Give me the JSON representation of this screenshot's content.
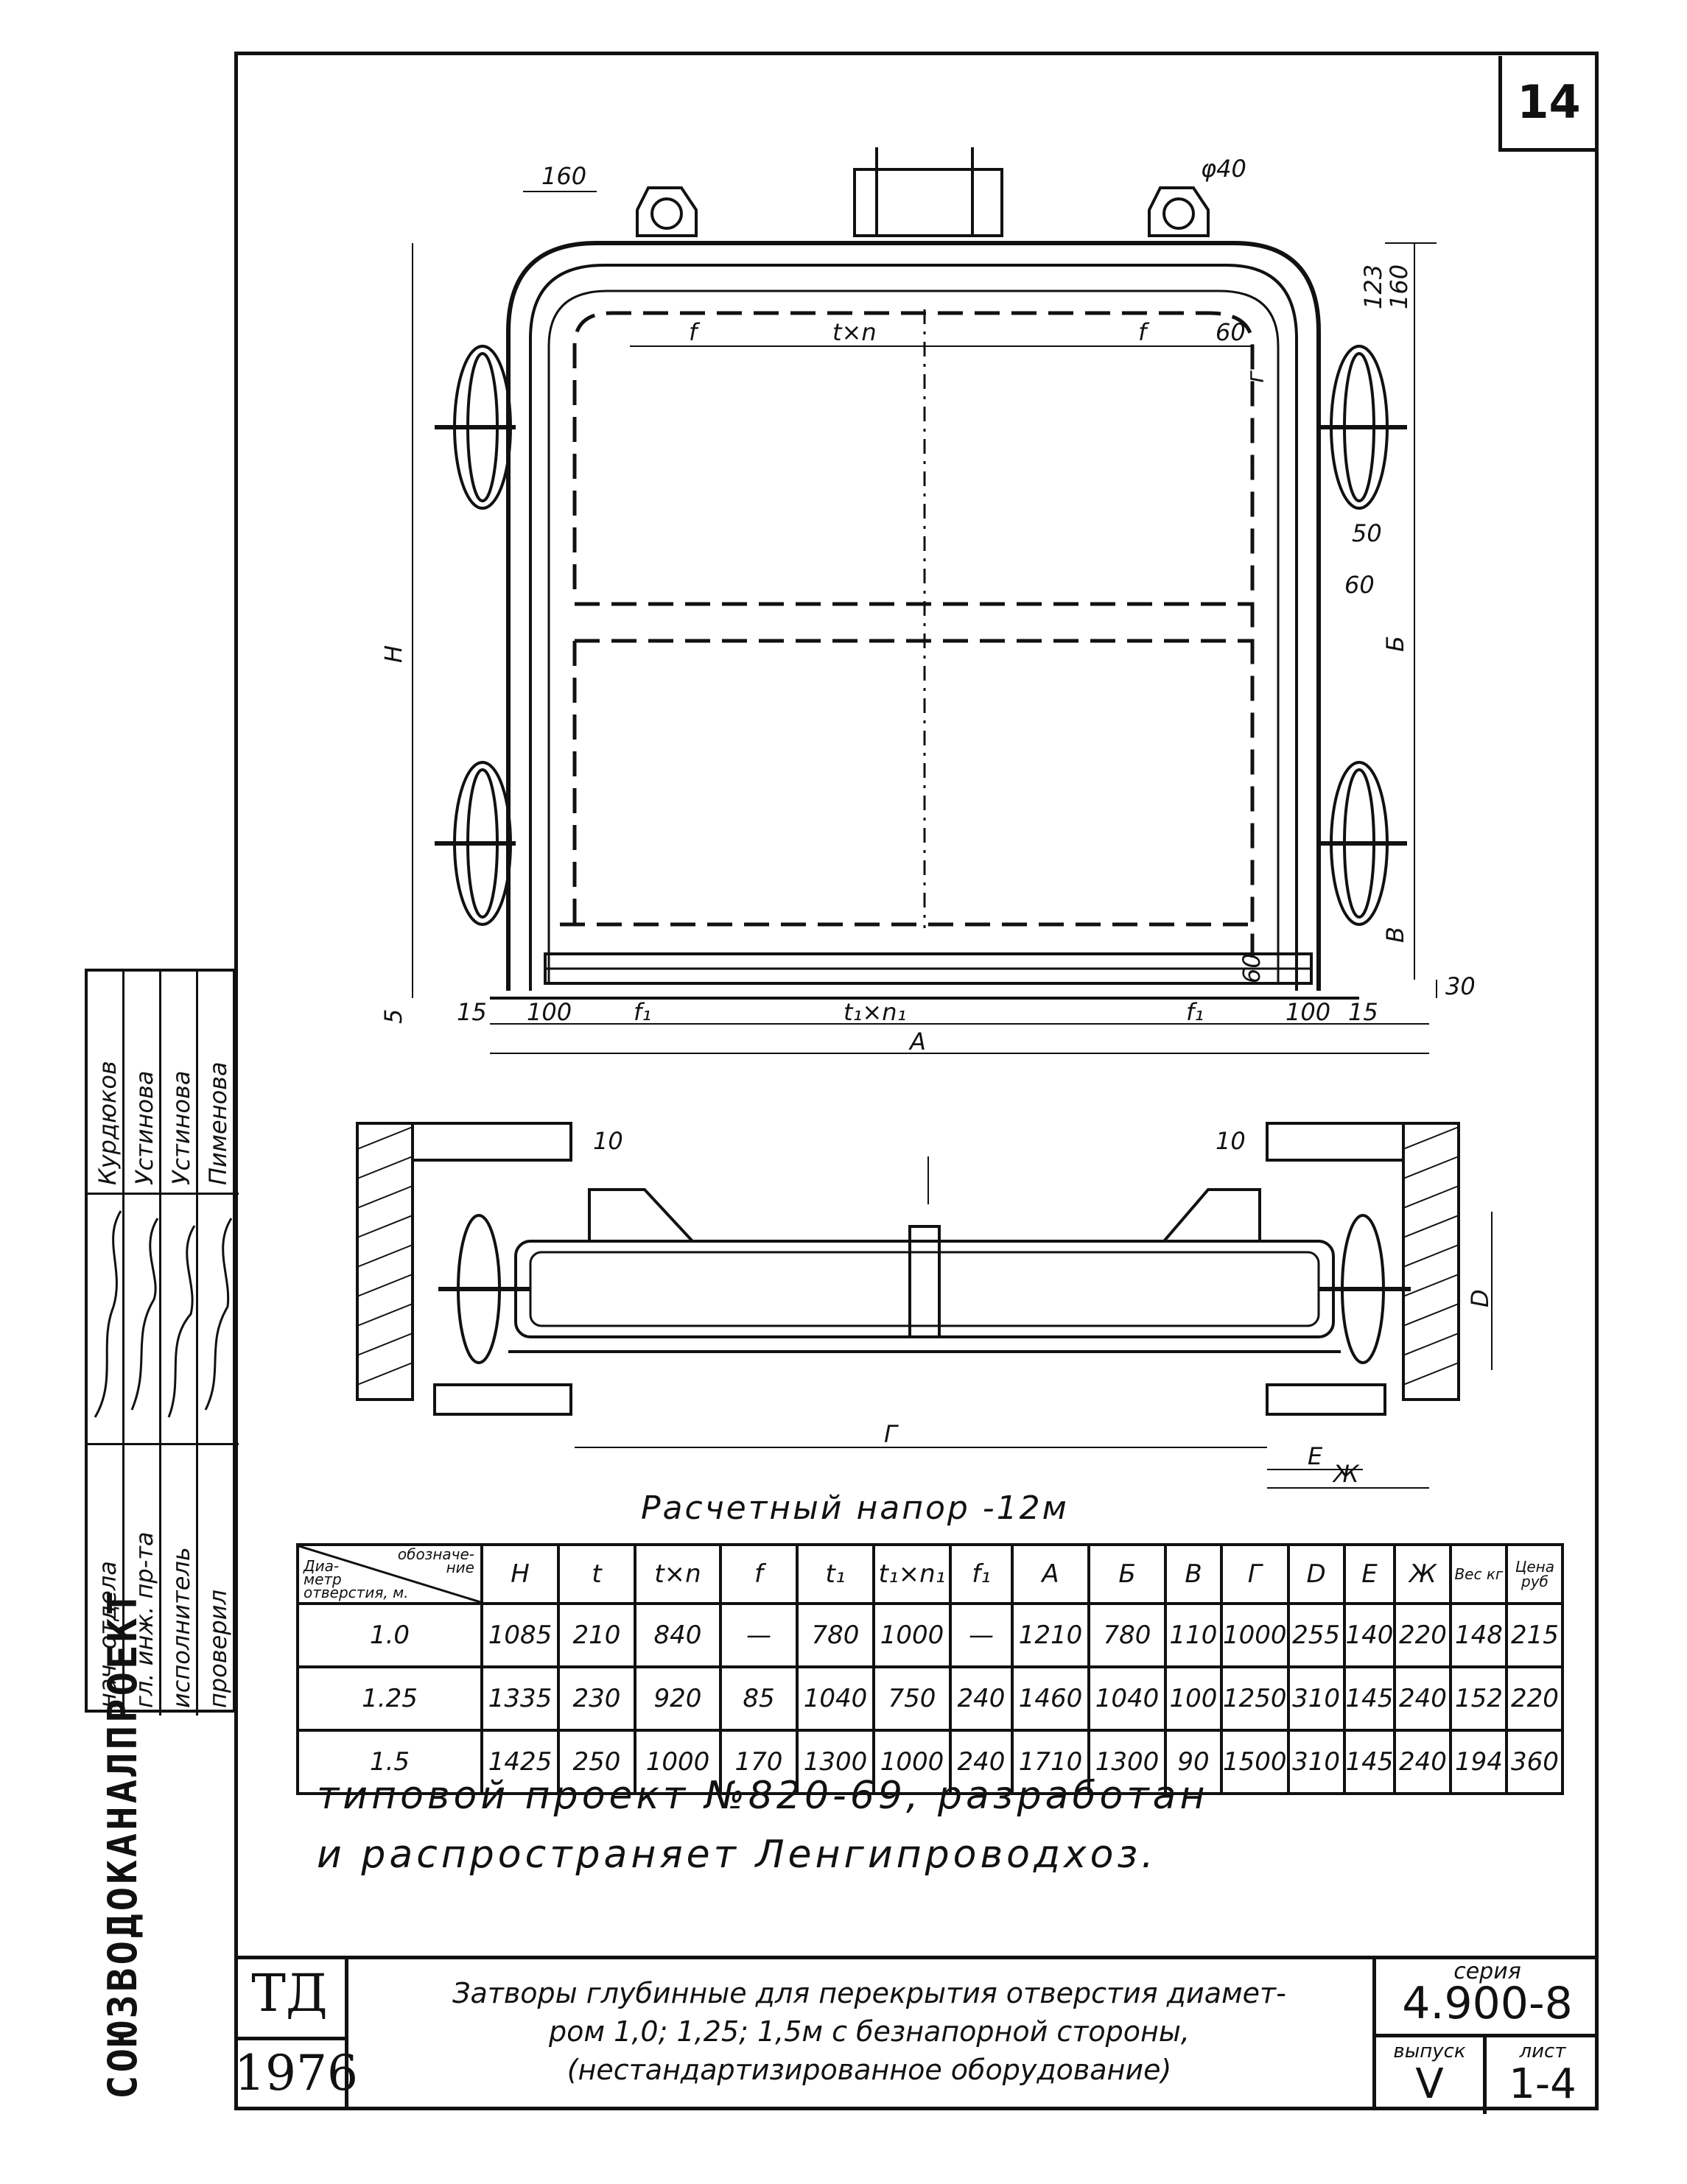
{
  "sheet_number": "14",
  "plan_view": {
    "dims_top": [
      "160",
      "φ40",
      "123",
      "160",
      "f",
      "t×n",
      "f",
      "60"
    ],
    "dims_right": [
      "г",
      "50",
      "60",
      "Б",
      "В",
      "60",
      "30"
    ],
    "dims_left": [
      "H",
      "5"
    ],
    "dims_bottom": [
      "15",
      "100",
      "f₁",
      "t₁×n₁",
      "f₁",
      "100",
      "15",
      "А"
    ]
  },
  "section_view": {
    "dims": [
      "10",
      "10",
      "Г",
      "Е",
      "Ж",
      "D"
    ]
  },
  "design_head": "Расчетный напор -12м",
  "table": {
    "corner_top": "обозначе-\nние",
    "corner_bottom": "Диа-\nметр\nотверстия, м.",
    "headers": [
      "H",
      "t",
      "t×n",
      "f",
      "t₁",
      "t₁×n₁",
      "f₁",
      "А",
      "Б",
      "В",
      "Г",
      "D",
      "Е",
      "Ж"
    ],
    "weight_header": "Вес\nкг",
    "price_header": "Цена\nруб",
    "rows": [
      {
        "d": "1.0",
        "cells": [
          "1085",
          "210",
          "840",
          "—",
          "780",
          "1000",
          "—",
          "1210",
          "780",
          "110",
          "1000",
          "255",
          "140",
          "220",
          "148",
          "215"
        ]
      },
      {
        "d": "1.25",
        "cells": [
          "1335",
          "230",
          "920",
          "85",
          "1040",
          "750",
          "240",
          "1460",
          "1040",
          "100",
          "1250",
          "310",
          "145",
          "240",
          "152",
          "220"
        ]
      },
      {
        "d": "1.5",
        "cells": [
          "1425",
          "250",
          "1000",
          "170",
          "1300",
          "1000",
          "240",
          "1710",
          "1300",
          "90",
          "1500",
          "310",
          "145",
          "240",
          "194",
          "360"
        ]
      }
    ]
  },
  "note": {
    "line1": "типовой проект №820-69, разработан",
    "line2": "и распространяет Ленгипроводхоз."
  },
  "title_block": {
    "code": "ТД",
    "year": "1976",
    "title_line1": "Затворы глубинные для перекрытия отверстия диамет-",
    "title_line2": "ром 1,0; 1,25; 1,5м с безнапорной стороны,",
    "title_line3": "(нестандартизированное оборудование)",
    "series_label": "серия",
    "series_value": "4.900-8",
    "issue_label": "выпуск",
    "issue_value": "V",
    "sheet_label": "лист",
    "sheet_value": "1-4"
  },
  "stamp": {
    "roles": [
      "нач. отдела",
      "гл. инж. пр-та",
      "исполнитель",
      "проверил"
    ],
    "names": [
      "Курдюков",
      "Устинова",
      "Устинова",
      "Пименова"
    ],
    "organization": "СОЮЗВОДОКАНАЛПРОЕКТ"
  }
}
